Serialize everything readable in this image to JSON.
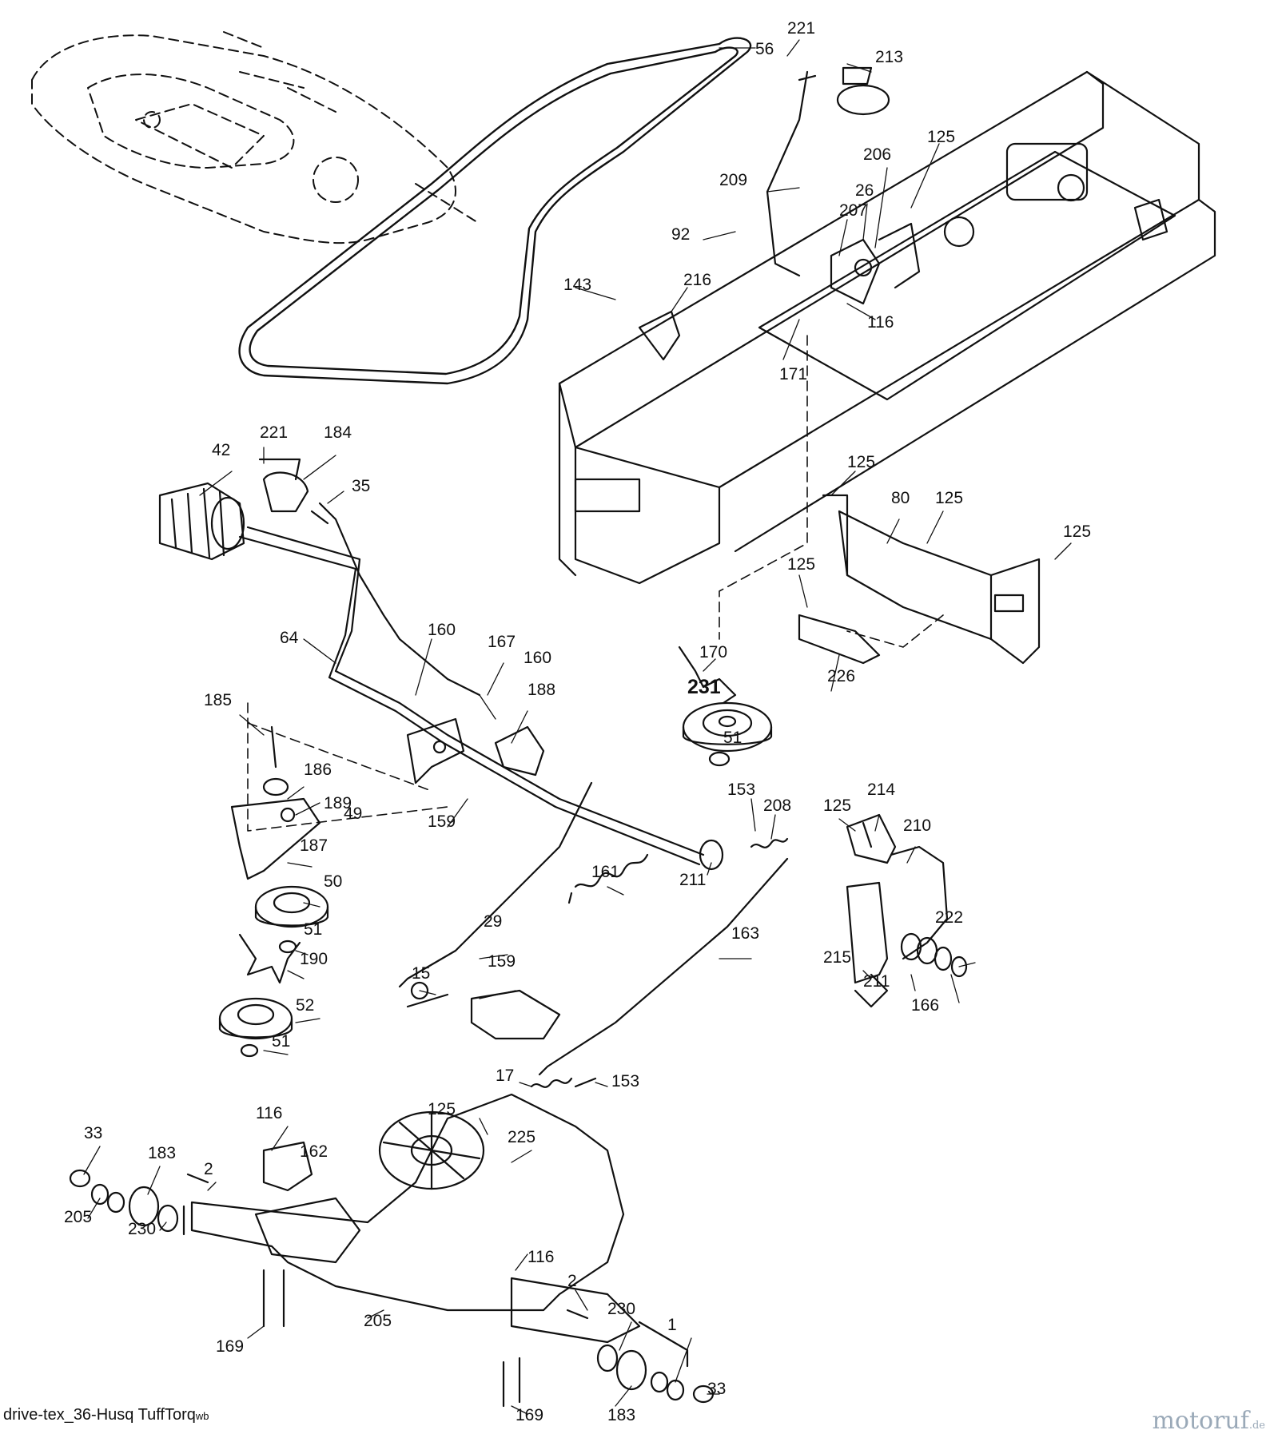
{
  "diagram": {
    "footer_label": "drive-tex_36-Husq TuffTorq",
    "footer_sub": "wb",
    "brand_main": "motoruf",
    "brand_tld": ".de"
  },
  "callouts": [
    "221",
    "56",
    "213",
    "125",
    "206",
    "209",
    "26",
    "207",
    "92",
    "216",
    "143",
    "116",
    "171",
    "221",
    "184",
    "42",
    "35",
    "125",
    "80",
    "125",
    "125",
    "125",
    "64",
    "160",
    "167",
    "160",
    "188",
    "170",
    "231",
    "226",
    "185",
    "186",
    "51",
    "189",
    "49",
    "159",
    "187",
    "50",
    "161",
    "211",
    "153",
    "208",
    "125",
    "214",
    "210",
    "51",
    "190",
    "29",
    "163",
    "222",
    "215",
    "15",
    "159",
    "211",
    "166",
    "52",
    "51",
    "17",
    "153",
    "116",
    "33",
    "183",
    "125",
    "225",
    "162",
    "2",
    "205",
    "230",
    "116",
    "2",
    "230",
    "205",
    "1",
    "33",
    "169",
    "183",
    "169"
  ]
}
